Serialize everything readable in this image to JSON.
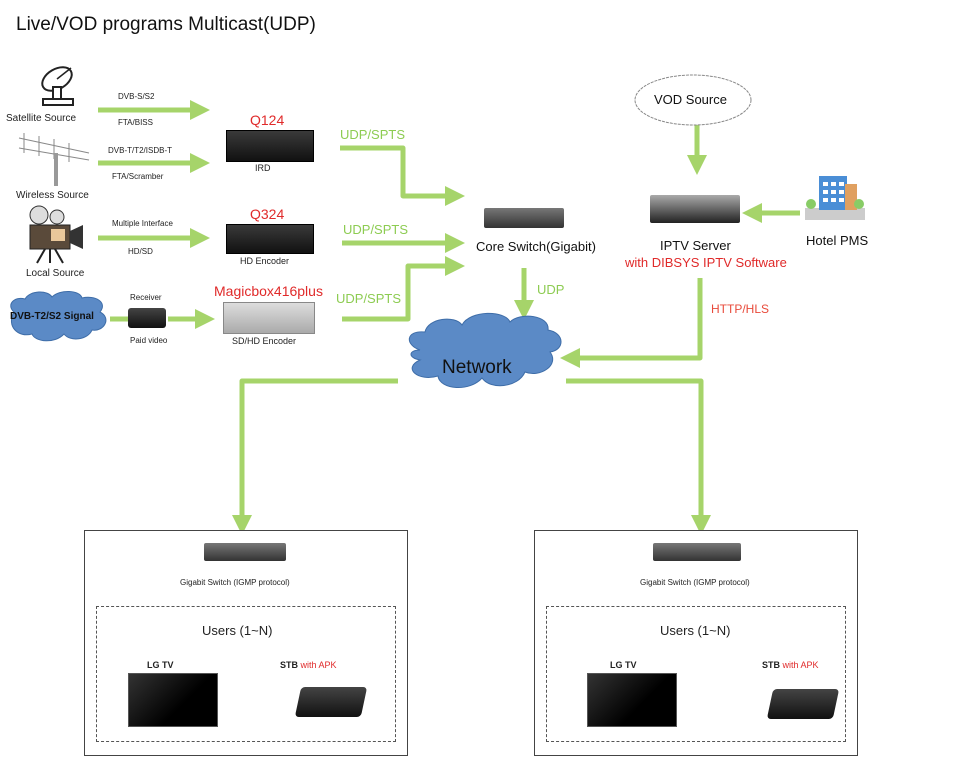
{
  "title": "Live/VOD programs Multicast(UDP)",
  "sources": [
    {
      "name": "Satellite Source",
      "icon": "satellite-dish-icon",
      "line1": "DVB-S/S2",
      "line2": "FTA/BISS"
    },
    {
      "name": "Wireless Source",
      "icon": "antenna-icon",
      "line1": "DVB-T/T2/ISDB-T",
      "line2": "FTA/Scramber"
    },
    {
      "name": "Local Source",
      "icon": "video-camera-icon",
      "line1": "Multiple Interface",
      "line2": "HD/SD"
    },
    {
      "name": "DVB-T2/S2 Signal",
      "icon": "cloud-icon",
      "line1": "Receiver",
      "line2": "Paid video"
    }
  ],
  "devices": [
    {
      "model": "Q124",
      "label": "IRD"
    },
    {
      "model": "Q324",
      "label": "HD Encoder"
    },
    {
      "model": "Magicbox416plus",
      "label": "SD/HD Encoder"
    }
  ],
  "links": {
    "udp_spts_1": "UDP/SPTS",
    "udp_spts_2": "UDP/SPTS",
    "udp_spts_3": "UDP/SPTS",
    "udp": "UDP",
    "http_hls": "HTTP/HLS"
  },
  "core_switch": "Core Switch(Gigabit)",
  "vod_source": "VOD Source",
  "iptv_server": {
    "name": "IPTV Server",
    "software": "with DIBSYS IPTV Software"
  },
  "hotel_pms": "Hotel PMS",
  "network": "Network",
  "sites": [
    {
      "switch": "Gigabit Switch  (IGMP protocol)",
      "users": "Users (1~N)",
      "tv": "LG TV",
      "stb": "STB",
      "stb_suffix": "with APK"
    },
    {
      "switch": "Gigabit Switch (IGMP protocol)",
      "users": "Users (1~N)",
      "tv": "LG TV",
      "stb": "STB",
      "stb_suffix": "with APK"
    }
  ],
  "colors": {
    "arrow": "#a6d46a",
    "accent_red": "#e02a2a",
    "cloud": "#5b8ac6"
  }
}
